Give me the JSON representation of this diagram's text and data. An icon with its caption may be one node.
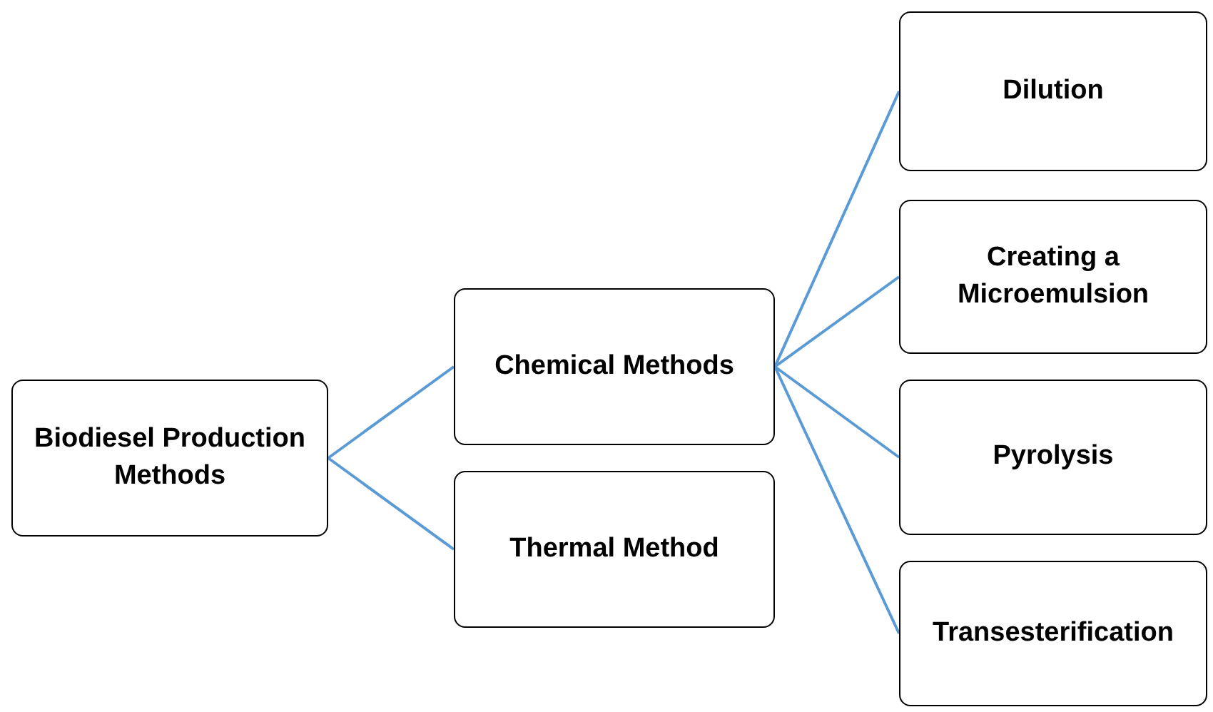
{
  "diagram": {
    "nodes": [
      {
        "text": [
          "Biodiesel Production Methods"
        ]
      },
      {
        "text": [
          "Chemical Methods"
        ]
      },
      {
        "text": [
          "Thermal Method"
        ]
      },
      {
        "text": [
          "Dilution"
        ]
      },
      {
        "text": [
          "Creating a Microemulsion"
        ]
      },
      {
        "text": [
          "Pyrolysis"
        ]
      },
      {
        "text": [
          "Transesterification"
        ]
      }
    ],
    "edges": [
      {
        "from": 0,
        "to": 1,
        "arrow": "none"
      },
      {
        "from": 0,
        "to": 2,
        "arrow": "none"
      },
      {
        "from": 1,
        "to": 3,
        "arrow": "none"
      },
      {
        "from": 1,
        "to": 4,
        "arrow": "none"
      },
      {
        "from": 1,
        "to": 5,
        "arrow": "none"
      },
      {
        "from": 1,
        "to": 6,
        "arrow": "none"
      }
    ]
  }
}
